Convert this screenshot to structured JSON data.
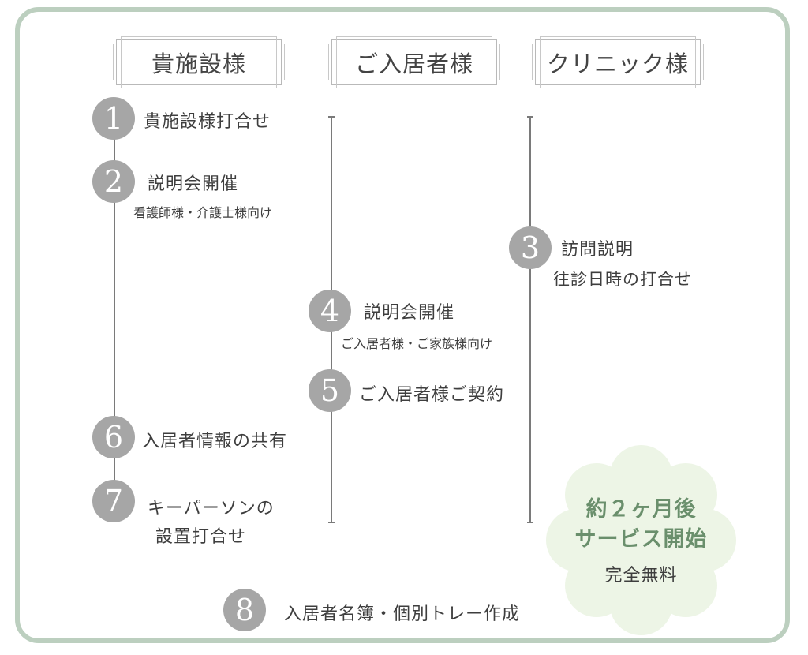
{
  "columns": {
    "facility": "貴施設様",
    "residents": "ご入居者様",
    "clinic": "クリニック様"
  },
  "steps": [
    {
      "number": "1",
      "title": "貴施設様打合せ",
      "subtitle": ""
    },
    {
      "number": "2",
      "title": "説明会開催",
      "subtitle": "看護師様・介護士様向け"
    },
    {
      "number": "3",
      "title": "訪問説明",
      "subtitle": "往診日時の打合せ"
    },
    {
      "number": "4",
      "title": "説明会開催",
      "subtitle": "ご入居者様・ご家族様向け"
    },
    {
      "number": "5",
      "title": "ご入居者様ご契約",
      "subtitle": ""
    },
    {
      "number": "6",
      "title": "入居者情報の共有",
      "subtitle": ""
    },
    {
      "number": "7",
      "title": "キーパーソンの",
      "subtitle": "設置打合せ"
    },
    {
      "number": "8",
      "title": "入居者名簿・個別トレー作成",
      "subtitle": ""
    }
  ],
  "badge": {
    "line1": "約２ヶ月後",
    "line2": "サービス開始",
    "line3": "完全無料"
  },
  "colors": {
    "frame": "#bccfbf",
    "badge_fill": "#edf5e6",
    "badge_text": "#6a8f6c",
    "circle": "#a6a6a6"
  }
}
